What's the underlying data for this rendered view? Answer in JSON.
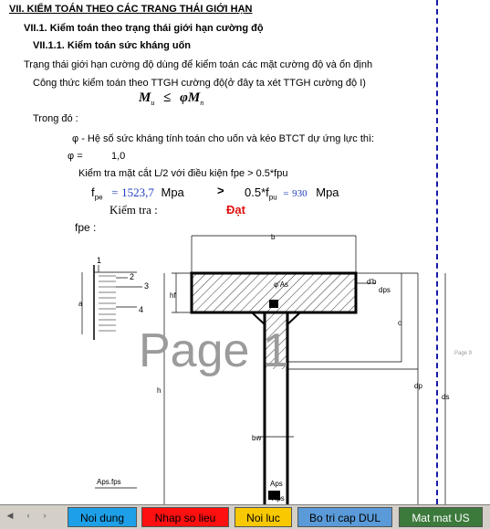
{
  "doc": {
    "section_title": "VII. KIỂM TOÁN THEO CÁC TRANG THÁI GIỚI HẠN",
    "sub1": "VII.1.  Kiểm toán theo trạng thái giới hạn cường độ",
    "sub2": "VII.1.1.  Kiểm toán sức kháng uốn",
    "para1": "Trạng thái giới hạn cường độ dùng để kiểm toán các mặt cường độ và ổn định",
    "para2": "Công thức kiểm toán theo TTGH cường độ(ở đây ta xét TTGH cường độ I)",
    "formula_lhs": "M",
    "formula_lhs_sub": "u",
    "formula_op": "≤",
    "formula_phi": "φM",
    "formula_rhs_sub": "n",
    "trong_do": "Trong đó :",
    "phi_desc": "φ -  Hệ số sức kháng tính toán cho uốn và kéo BTCT dự ứng lực thì:",
    "phi_eq": "φ =",
    "phi_val": "1,0",
    "check_line": "Kiểm tra mặt cắt L/2 với điều kiện fpe > 0.5*fpu",
    "fpe_label": "f",
    "fpe_sub": "pe",
    "fpe_eq": "=",
    "fpe_val": "1523,7",
    "fpe_unit": "Mpa",
    "gt": ">",
    "fpu_label": "0.5*f",
    "fpu_sub": "pu",
    "fpu_eq": "=",
    "fpu_val": "930",
    "fpu_unit": "Mpa",
    "kiem_tra": "Kiểm tra :",
    "result": "Đạt",
    "fpe_colon": "fpe :"
  },
  "drawing": {
    "labels": {
      "n1": "1",
      "n2": "2",
      "n3": "3",
      "n4": "4",
      "a": "a",
      "b": "b",
      "hf": "hf",
      "h": "h",
      "bw": "bw",
      "c": "c",
      "dp": "dp",
      "ds": "ds",
      "db": "d'b",
      "dps": "dps",
      "phi_as": "φ'As",
      "aps_top": "Aps",
      "aps_fps": "Aps.fps",
      "aps_bot": "Aps"
    }
  },
  "watermark": {
    "text": "Page 1",
    "small": "Page 9"
  },
  "tabs": [
    {
      "label": "Noi dung",
      "bg": "#1ea0e8"
    },
    {
      "label": "Nhap so lieu",
      "bg": "#ff1010"
    },
    {
      "label": "Noi luc",
      "bg": "#f8c800"
    },
    {
      "label": "Bo tri cap DUL",
      "bg": "#5a9ad8"
    },
    {
      "label": "Mat mat US",
      "bg": "#3c7a3c"
    }
  ],
  "colors": {
    "page_break": "#1a1aa8",
    "result": "#e01010",
    "value": "#1f3fbf"
  }
}
